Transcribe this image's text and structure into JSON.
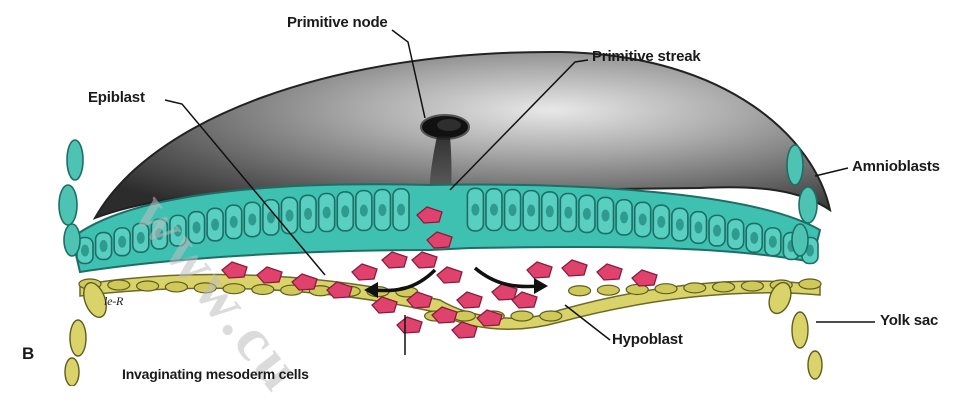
{
  "labels": {
    "primitive_node": "Primitive node",
    "primitive_streak": "Primitive streak",
    "epiblast": "Epiblast",
    "amnioblasts": "Amnioblasts",
    "yolk_sac": "Yolk sac",
    "hypoblast": "Hypoblast",
    "invaginating": "Invaginating mesoderm cells",
    "panel": "B",
    "signature": "le-R"
  },
  "watermark": "www.cu",
  "colors": {
    "amnion_dark": "#3b3b3b",
    "amnion_light": "#d8d8d8",
    "epiblast_cell": "#3fc1b2",
    "epiblast_outline": "#1e6e66",
    "mesoderm_cell": "#e0426e",
    "hypoblast_cell": "#c9c25a",
    "yolk_sac_cell": "#d9d36a"
  }
}
